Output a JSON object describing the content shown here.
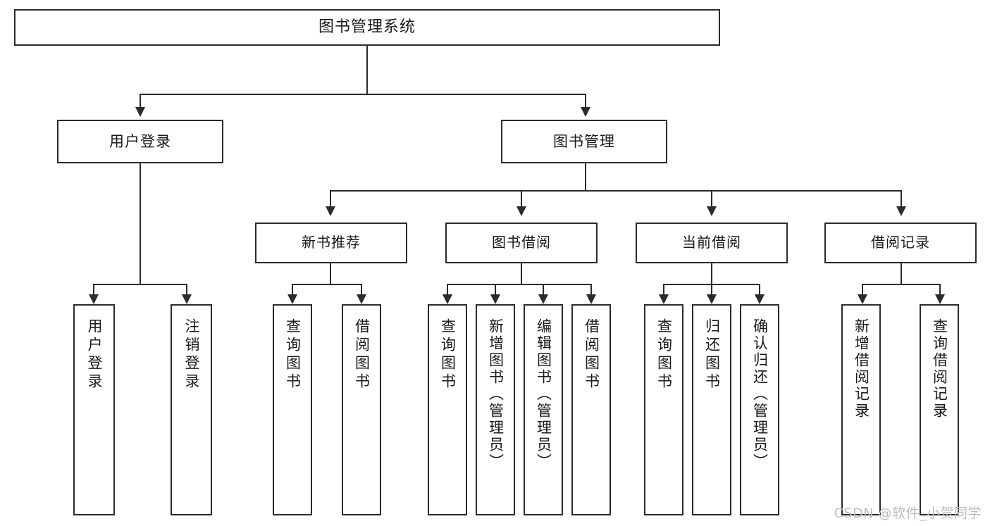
{
  "diagram": {
    "type": "tree",
    "title": "图书管理系统",
    "orientation": "top-down",
    "levels": 4
  },
  "root": {
    "label": "图书管理系统"
  },
  "level2": [
    {
      "label": "用户登录"
    },
    {
      "label": "图书管理"
    }
  ],
  "level3": [
    {
      "label": "新书推荐"
    },
    {
      "label": "图书借阅"
    },
    {
      "label": "当前借阅"
    },
    {
      "label": "借阅记录"
    }
  ],
  "leaves": {
    "user_login": [
      {
        "label": "用户登录"
      },
      {
        "label": "注销登录"
      }
    ],
    "new_book": [
      {
        "label": "查询图书"
      },
      {
        "label": "借阅图书"
      }
    ],
    "book_borrow": [
      {
        "label": "查询图书"
      },
      {
        "label": "新增图书（管理员）"
      },
      {
        "label": "编辑图书（管理员）"
      },
      {
        "label": "借阅图书"
      }
    ],
    "current_borrow": [
      {
        "label": "查询图书"
      },
      {
        "label": "归还图书"
      },
      {
        "label": "确认归还（管理员）"
      }
    ],
    "borrow_record": [
      {
        "label": "新增借阅记录"
      },
      {
        "label": "查询借阅记录"
      }
    ]
  },
  "watermark": {
    "text": "CSDN @软件_小贺同学"
  },
  "colors": {
    "stroke": "#2b2b2b",
    "background": "#ffffff",
    "text": "#1a1a1a",
    "watermark": "#bdbdbd"
  }
}
